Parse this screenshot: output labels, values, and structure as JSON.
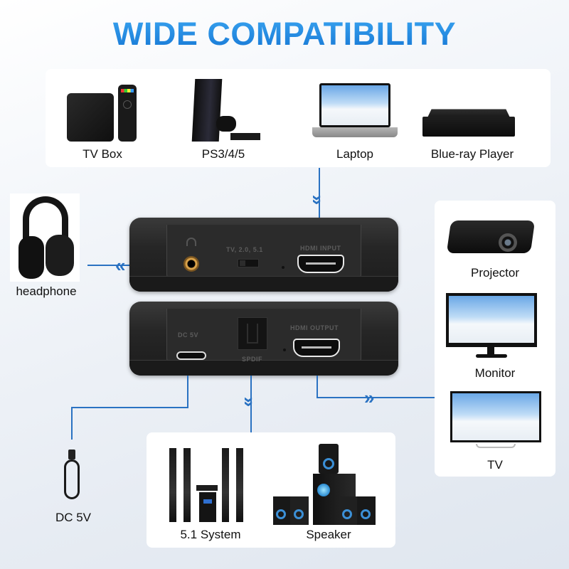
{
  "title": "WIDE COMPATIBILITY",
  "colors": {
    "title_blue": "#1e88e0",
    "connector_line": "#2a72c2",
    "device_black": "#1c1c1c",
    "background": "#e7ecf3"
  },
  "sources": {
    "items": [
      {
        "label": "TV Box",
        "icon": "tv-box-icon"
      },
      {
        "label": "PS3/4/5",
        "icon": "game-console-icon"
      },
      {
        "label": "Laptop",
        "icon": "laptop-icon"
      },
      {
        "label": "Blue-ray Player",
        "icon": "bluray-player-icon"
      }
    ]
  },
  "headphone": {
    "label": "headphone",
    "icon": "headphone-icon"
  },
  "power": {
    "label": "DC 5V",
    "icon": "usb-cable-icon"
  },
  "receiver_top": {
    "switch_label": "TV, 2.0, 5.1",
    "hdmi_label": "HDMI INPUT"
  },
  "receiver_bottom": {
    "dc_label": "DC 5V",
    "spdif_label": "SPDIF",
    "hdmi_label": "HDMI OUTPUT"
  },
  "displays": {
    "items": [
      {
        "label": "Projector",
        "icon": "projector-icon"
      },
      {
        "label": "Monitor",
        "icon": "monitor-icon"
      },
      {
        "label": "TV",
        "icon": "tv-icon"
      }
    ]
  },
  "audio": {
    "items": [
      {
        "label": "5.1 System",
        "icon": "surround-system-icon"
      },
      {
        "label": "Speaker",
        "icon": "speaker-icon"
      }
    ]
  },
  "arrows": {
    "down": "»",
    "left": "«",
    "right": "»"
  }
}
